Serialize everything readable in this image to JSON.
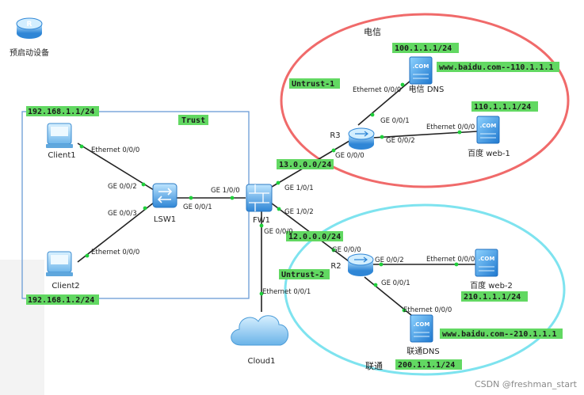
{
  "legend": {
    "start_label": "预启动设备"
  },
  "colors": {
    "tag_green": "#62d862",
    "trust_border": "#6a9bd6",
    "telecom_border": "#f06a6a",
    "unicom_border": "#7ee3ef",
    "link": "#222222",
    "port_dot": "#1fcf3a"
  },
  "zones": {
    "trust": {
      "label": "Trust",
      "subnet_top": "192.168.1.1/24",
      "subnet_bottom": "192.168.1.2/24"
    },
    "untrust1": {
      "label": "Untrust-1",
      "isp": "电信"
    },
    "untrust2": {
      "label": "Untrust-2",
      "isp": "联通"
    }
  },
  "devices": {
    "client1": {
      "name": "Client1",
      "icon": "pc-icon"
    },
    "client2": {
      "name": "Client2",
      "icon": "pc-icon"
    },
    "lsw1": {
      "name": "LSW1",
      "icon": "switch-icon"
    },
    "fw1": {
      "name": "FW1",
      "icon": "firewall-icon"
    },
    "r3": {
      "name": "R3",
      "icon": "router-icon"
    },
    "r2": {
      "name": "R2",
      "icon": "router-icon"
    },
    "telecom_dns": {
      "name": "电信 DNS",
      "icon": "server-icon"
    },
    "baidu_web1": {
      "name": "百度 web-1",
      "icon": "server-icon"
    },
    "baidu_web2": {
      "name": "百度 web-2",
      "icon": "server-icon"
    },
    "unicom_dns": {
      "name": "联通DNS",
      "icon": "server-icon"
    },
    "cloud1": {
      "name": "Cloud1",
      "icon": "cloud-icon"
    }
  },
  "tags": {
    "telecom_dns_ip": "100.1.1.1/24",
    "telecom_dns_record": "www.baidu.com--110.1.1.1",
    "web1_ip": "110.1.1.1/24",
    "net13": "13.0.0.0/24",
    "net12": "12.0.0.0/24",
    "web2_ip": "210.1.1.1/24",
    "unicom_dns_record": "www.baidu.com--210.1.1.1",
    "unicom_dns_ip": "200.1.1.1/24"
  },
  "ports": {
    "client1_eth": "Ethernet 0/0/0",
    "lsw_g2": "GE 0/0/2",
    "lsw_g3": "GE 0/0/3",
    "client2_eth": "Ethernet 0/0/0",
    "lsw_g1": "GE 0/0/1",
    "fw_g100": "GE 1/0/0",
    "fw_g101": "GE 1/0/1",
    "fw_g102": "GE 1/0/2",
    "fw_g000": "GE 0/0/0",
    "r3_g000": "GE 0/0/0",
    "r3_g001": "GE 0/0/1",
    "r3_g002": "GE 0/0/2",
    "tdns_eth": "Ethernet 0/0/0",
    "web1_eth": "Ethernet 0/0/0",
    "r2_g000": "GE 0/0/0",
    "r2_g002": "GE 0/0/2",
    "r2_g001": "GE 0/0/1",
    "web2_eth": "Ethernet 0/0/0",
    "udns_eth": "Ethernet 0/0/0",
    "cloud_eth": "Ethernet 0/0/1"
  },
  "watermark": "CSDN @freshman_start"
}
